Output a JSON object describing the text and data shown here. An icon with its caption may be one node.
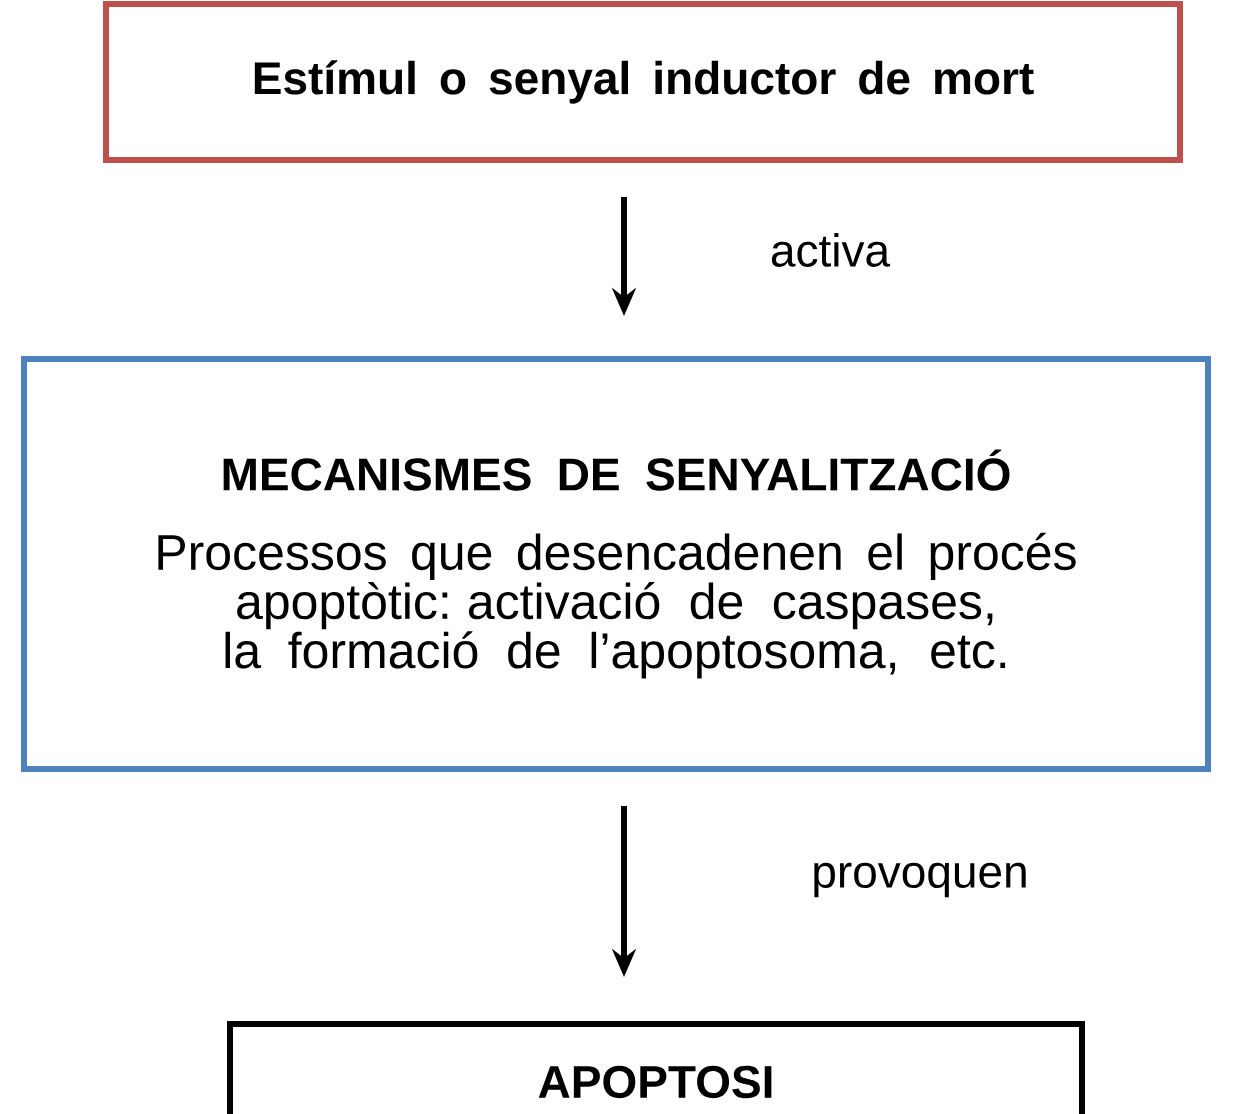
{
  "diagram": {
    "nodes": [
      {
        "text": [
          "Estímul o senyal inductor de mort"
        ]
      },
      {
        "text": [
          "MECANISMES DE SENYALITZACIÓ",
          "Processos que desencadenen el procés apoptòtic: activació de caspases, la formació de l’apoptosoma, etc."
        ]
      },
      {
        "text": [
          "APOPTOSI"
        ]
      }
    ],
    "edges": [
      {
        "from": 0,
        "to": 1,
        "arrow": "to",
        "label": "activa"
      },
      {
        "from": 1,
        "to": 2,
        "arrow": "to",
        "label": "provoquen"
      }
    ]
  }
}
